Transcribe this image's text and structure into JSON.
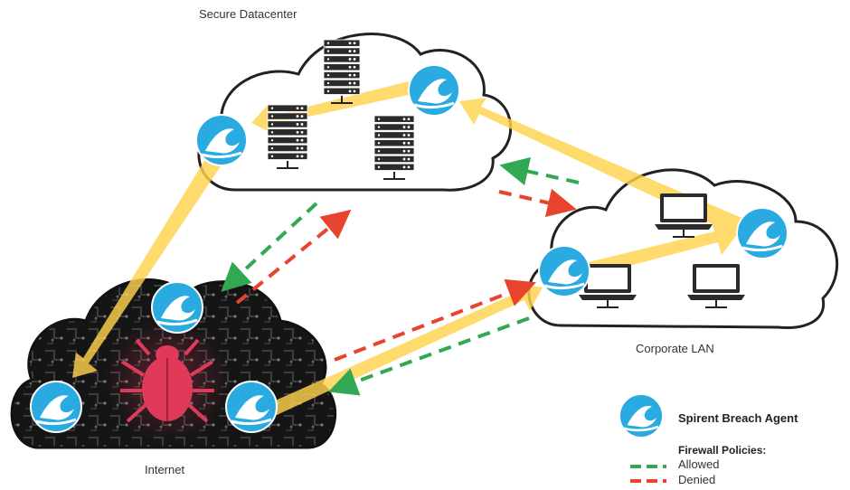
{
  "clouds": {
    "datacenter": {
      "label": "Secure Datacenter"
    },
    "corporate": {
      "label": "Corporate LAN"
    },
    "internet": {
      "label": "Internet"
    }
  },
  "legend": {
    "agent_label": "Spirent Breach Agent",
    "policies_title": "Firewall Policies:",
    "allowed_label": "Allowed",
    "denied_label": "Denied"
  },
  "colors": {
    "agent": "#29abe2",
    "flow": "#ffd34d",
    "allowed": "#33a853",
    "denied": "#e8432d",
    "cloud_stroke": "#222222",
    "bug": "#e03a5a"
  },
  "icons": [
    "wave-agent-icon",
    "server-icon",
    "laptop-icon",
    "bug-icon"
  ]
}
